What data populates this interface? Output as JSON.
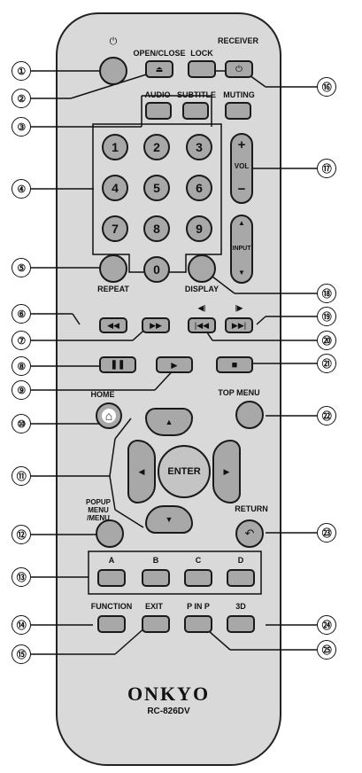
{
  "labels": {
    "open_close": "OPEN/CLOSE",
    "lock": "LOCK",
    "receiver": "RECEIVER",
    "audio": "AUDIO",
    "subtitle": "SUBTITLE",
    "muting": "MUTING",
    "vol": "VOL",
    "input": "INPUT",
    "repeat": "REPEAT",
    "display": "DISPLAY",
    "home": "HOME",
    "top_menu": "TOP MENU",
    "enter": "ENTER",
    "popup_menu": "POPUP MENU /MENU",
    "return": "RETURN",
    "function": "FUNCTION",
    "exit": "EXIT",
    "pinp": "P IN P",
    "three_d": "3D",
    "color_a": "A",
    "color_b": "B",
    "color_c": "C",
    "color_d": "D"
  },
  "numbers": [
    "1",
    "2",
    "3",
    "4",
    "5",
    "6",
    "7",
    "8",
    "9",
    "0"
  ],
  "vol_plus": "+",
  "vol_minus": "−",
  "callouts": [
    "①",
    "②",
    "③",
    "④",
    "⑤",
    "⑥",
    "⑦",
    "⑧",
    "⑨",
    "⑩",
    "⑪",
    "⑫",
    "⑬",
    "⑭",
    "⑮",
    "⑯",
    "⑰",
    "⑱",
    "⑲",
    "⑳",
    "㉑",
    "㉒",
    "㉓",
    "㉔",
    "㉕"
  ],
  "brand": "ONKYO",
  "model": "RC-826DV",
  "icons": {
    "power": "power-icon",
    "eject": "eject-icon",
    "rewind": "rewind-icon",
    "fast_forward": "fast-forward-icon",
    "skip_back": "skip-back-icon",
    "skip_forward": "skip-forward-icon",
    "pause": "pause-icon",
    "play": "play-icon",
    "stop": "stop-icon",
    "home": "home-icon",
    "return": "return-icon",
    "step_back": "step-back-icon",
    "step_forward": "step-forward-icon"
  }
}
